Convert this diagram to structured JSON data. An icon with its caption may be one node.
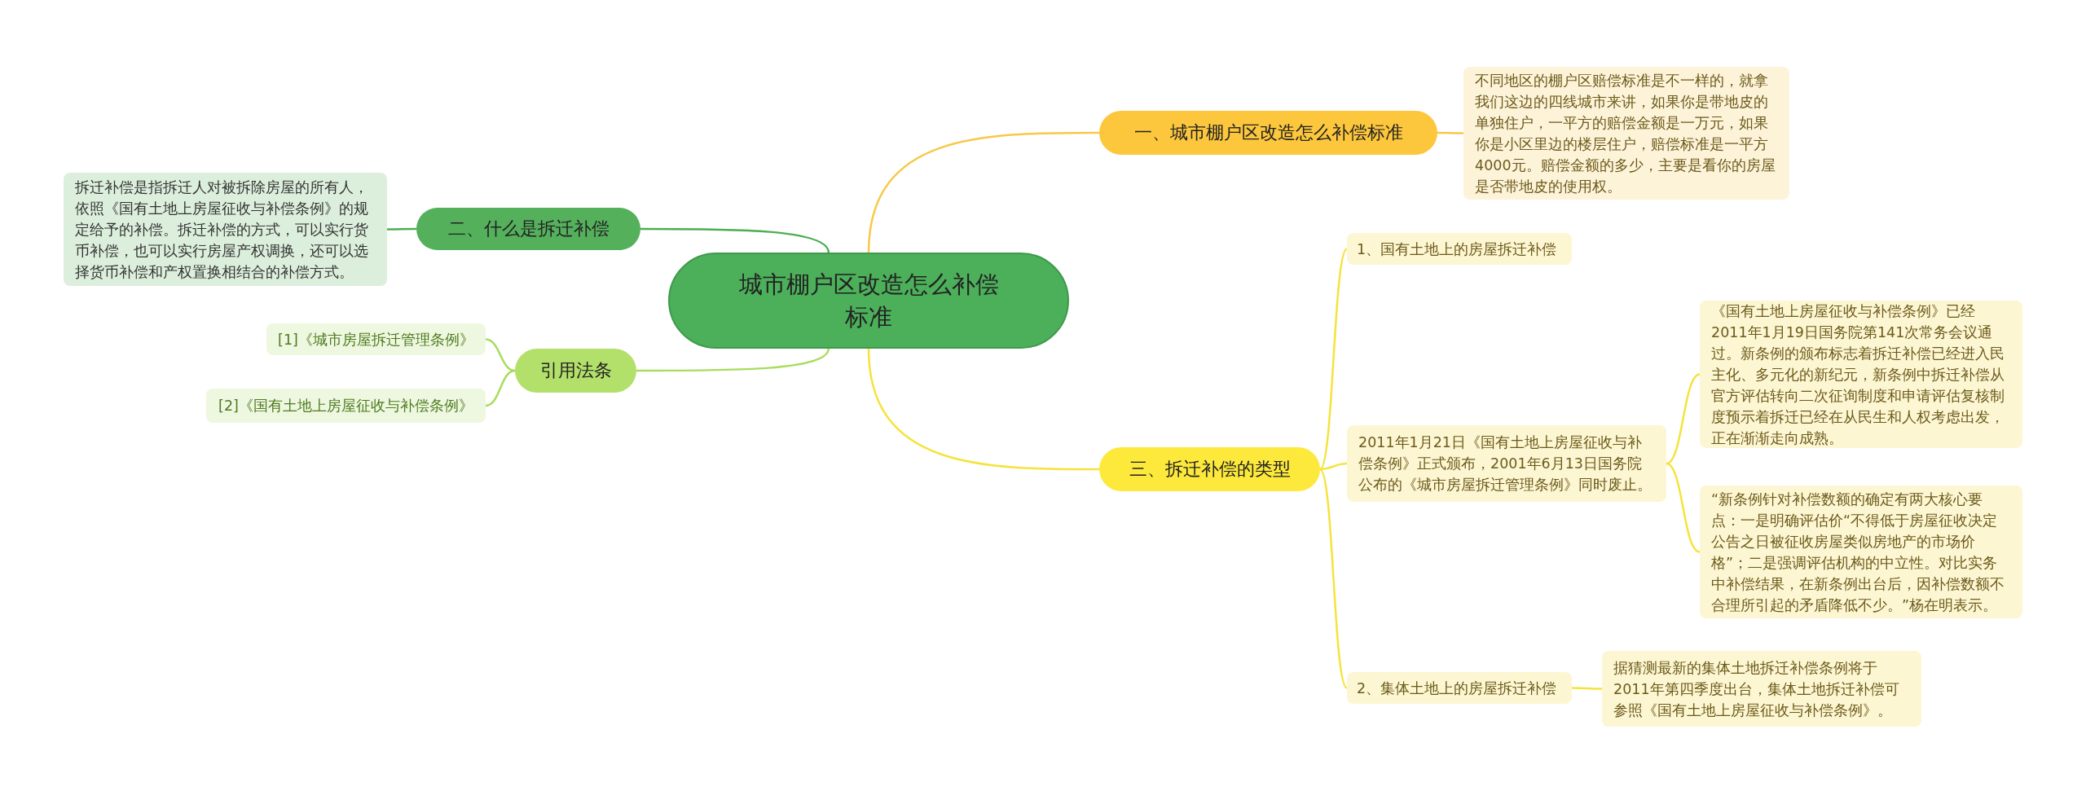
{
  "diagram": {
    "nodes": [
      {
        "text": [
          "城市棚户区改造怎么补偿标准"
        ]
      },
      {
        "text": [
          "一、城市棚户区改造怎么补偿标准"
        ]
      },
      {
        "text": [
          "不同地区的棚户区赔偿标准是不一样的，就拿我们这边的四线城市来讲，如果你是带地皮的单独住户，一平方的赔偿金额是一万元，如果你是小区里边的楼层住户，赔偿标准是一平方4000元。赔偿金额的多少，主要是看你的房屋是否带地皮的使用权。"
        ]
      },
      {
        "text": [
          "二、什么是拆迁补偿"
        ]
      },
      {
        "text": [
          "拆迁补偿是指拆迁人对被拆除房屋的所有人，依照《国有土地上房屋征收与补偿条例》的规定给予的补偿。拆迁补偿的方式，可以实行货币补偿，也可以实行房屋产权调换，还可以选择货币补偿和产权置换相结合的补偿方式。"
        ]
      },
      {
        "text": [
          "引用法条"
        ]
      },
      {
        "text": [
          "[1]《城市房屋拆迁管理条例》"
        ]
      },
      {
        "text": [
          "[2]《国有土地上房屋征收与补偿条例》"
        ]
      },
      {
        "text": [
          "三、拆迁补偿的类型"
        ]
      },
      {
        "text": [
          "1、国有土地上的房屋拆迁补偿"
        ]
      },
      {
        "text": [
          "2011年1月21日《国有土地上房屋征收与补偿条例》正式颁布，2001年6月13日国务院公布的《城市房屋拆迁管理条例》同时废止。"
        ]
      },
      {
        "text": [
          "《国有土地上房屋征收与补偿条例》已经2011年1月19日国务院第141次常务会议通过。新条例的颁布标志着拆迁补偿已经进入民主化、多元化的新纪元，新条例中拆迁补偿从官方评估转向二次征询制度和申请评估复核制度预示着拆迁已经在从民生和人权考虑出发，正在渐渐走向成熟。"
        ]
      },
      {
        "text": [
          "“新条例针对补偿数额的确定有两大核心要点：一是明确评估价“不得低于房屋征收决定公告之日被征收房屋类似房地产的市场价格”；二是强调评估机构的中立性。对比实务中补偿结果，在新条例出台后，因补偿数额不合理所引起的矛盾降低不少。”杨在明表示。"
        ]
      },
      {
        "text": [
          "2、集体土地上的房屋拆迁补偿"
        ]
      },
      {
        "text": [
          "据猜测最新的集体土地拆迁补偿条例将于2011年第四季度出台，集体土地拆迁补偿可参照《国有土地上房屋征收与补偿条例》。"
        ]
      }
    ],
    "edges": [
      {
        "from": 0,
        "to": 1,
        "arrow": "none",
        "color": "#f7c948"
      },
      {
        "from": 1,
        "to": 2,
        "arrow": "none",
        "color": "#f7c948"
      },
      {
        "from": 0,
        "to": 3,
        "arrow": "none",
        "color": "#4caf50"
      },
      {
        "from": 3,
        "to": 4,
        "arrow": "none",
        "color": "#4caf50"
      },
      {
        "from": 0,
        "to": 5,
        "arrow": "none",
        "color": "#a8dc5c"
      },
      {
        "from": 5,
        "to": 6,
        "arrow": "none",
        "color": "#a8dc5c"
      },
      {
        "from": 5,
        "to": 7,
        "arrow": "none",
        "color": "#a8dc5c"
      },
      {
        "from": 0,
        "to": 8,
        "arrow": "none"
      },
      {
        "from": 8,
        "to": 9,
        "arrow": "none"
      },
      {
        "from": 8,
        "to": 10,
        "arrow": "none"
      },
      {
        "from": 10,
        "to": 11,
        "arrow": "none"
      },
      {
        "from": 10,
        "to": 12,
        "arrow": "none"
      },
      {
        "from": 8,
        "to": 13,
        "arrow": "none"
      },
      {
        "from": 13,
        "to": 14,
        "arrow": "none"
      }
    ]
  }
}
